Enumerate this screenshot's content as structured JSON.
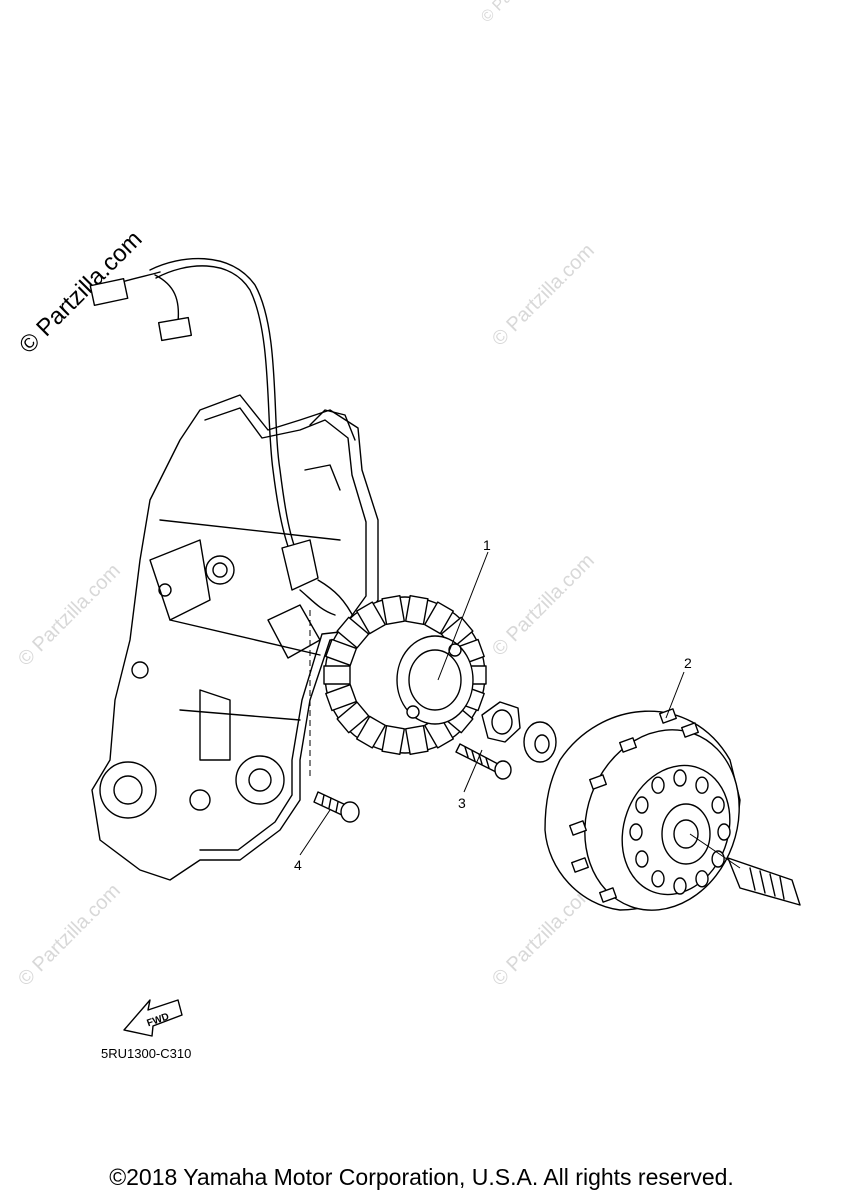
{
  "watermarks": {
    "primary": "© Partzilla.com",
    "faded": "© Partzilla.com"
  },
  "callouts": [
    {
      "id": "1",
      "label": "1"
    },
    {
      "id": "2",
      "label": "2"
    },
    {
      "id": "3",
      "label": "3"
    },
    {
      "id": "4",
      "label": "4"
    }
  ],
  "fwd_label": "FWD",
  "diagram_code": "5RU1300-C310",
  "copyright": "©2018 Yamaha Motor Corporation, U.S.A. All rights reserved."
}
